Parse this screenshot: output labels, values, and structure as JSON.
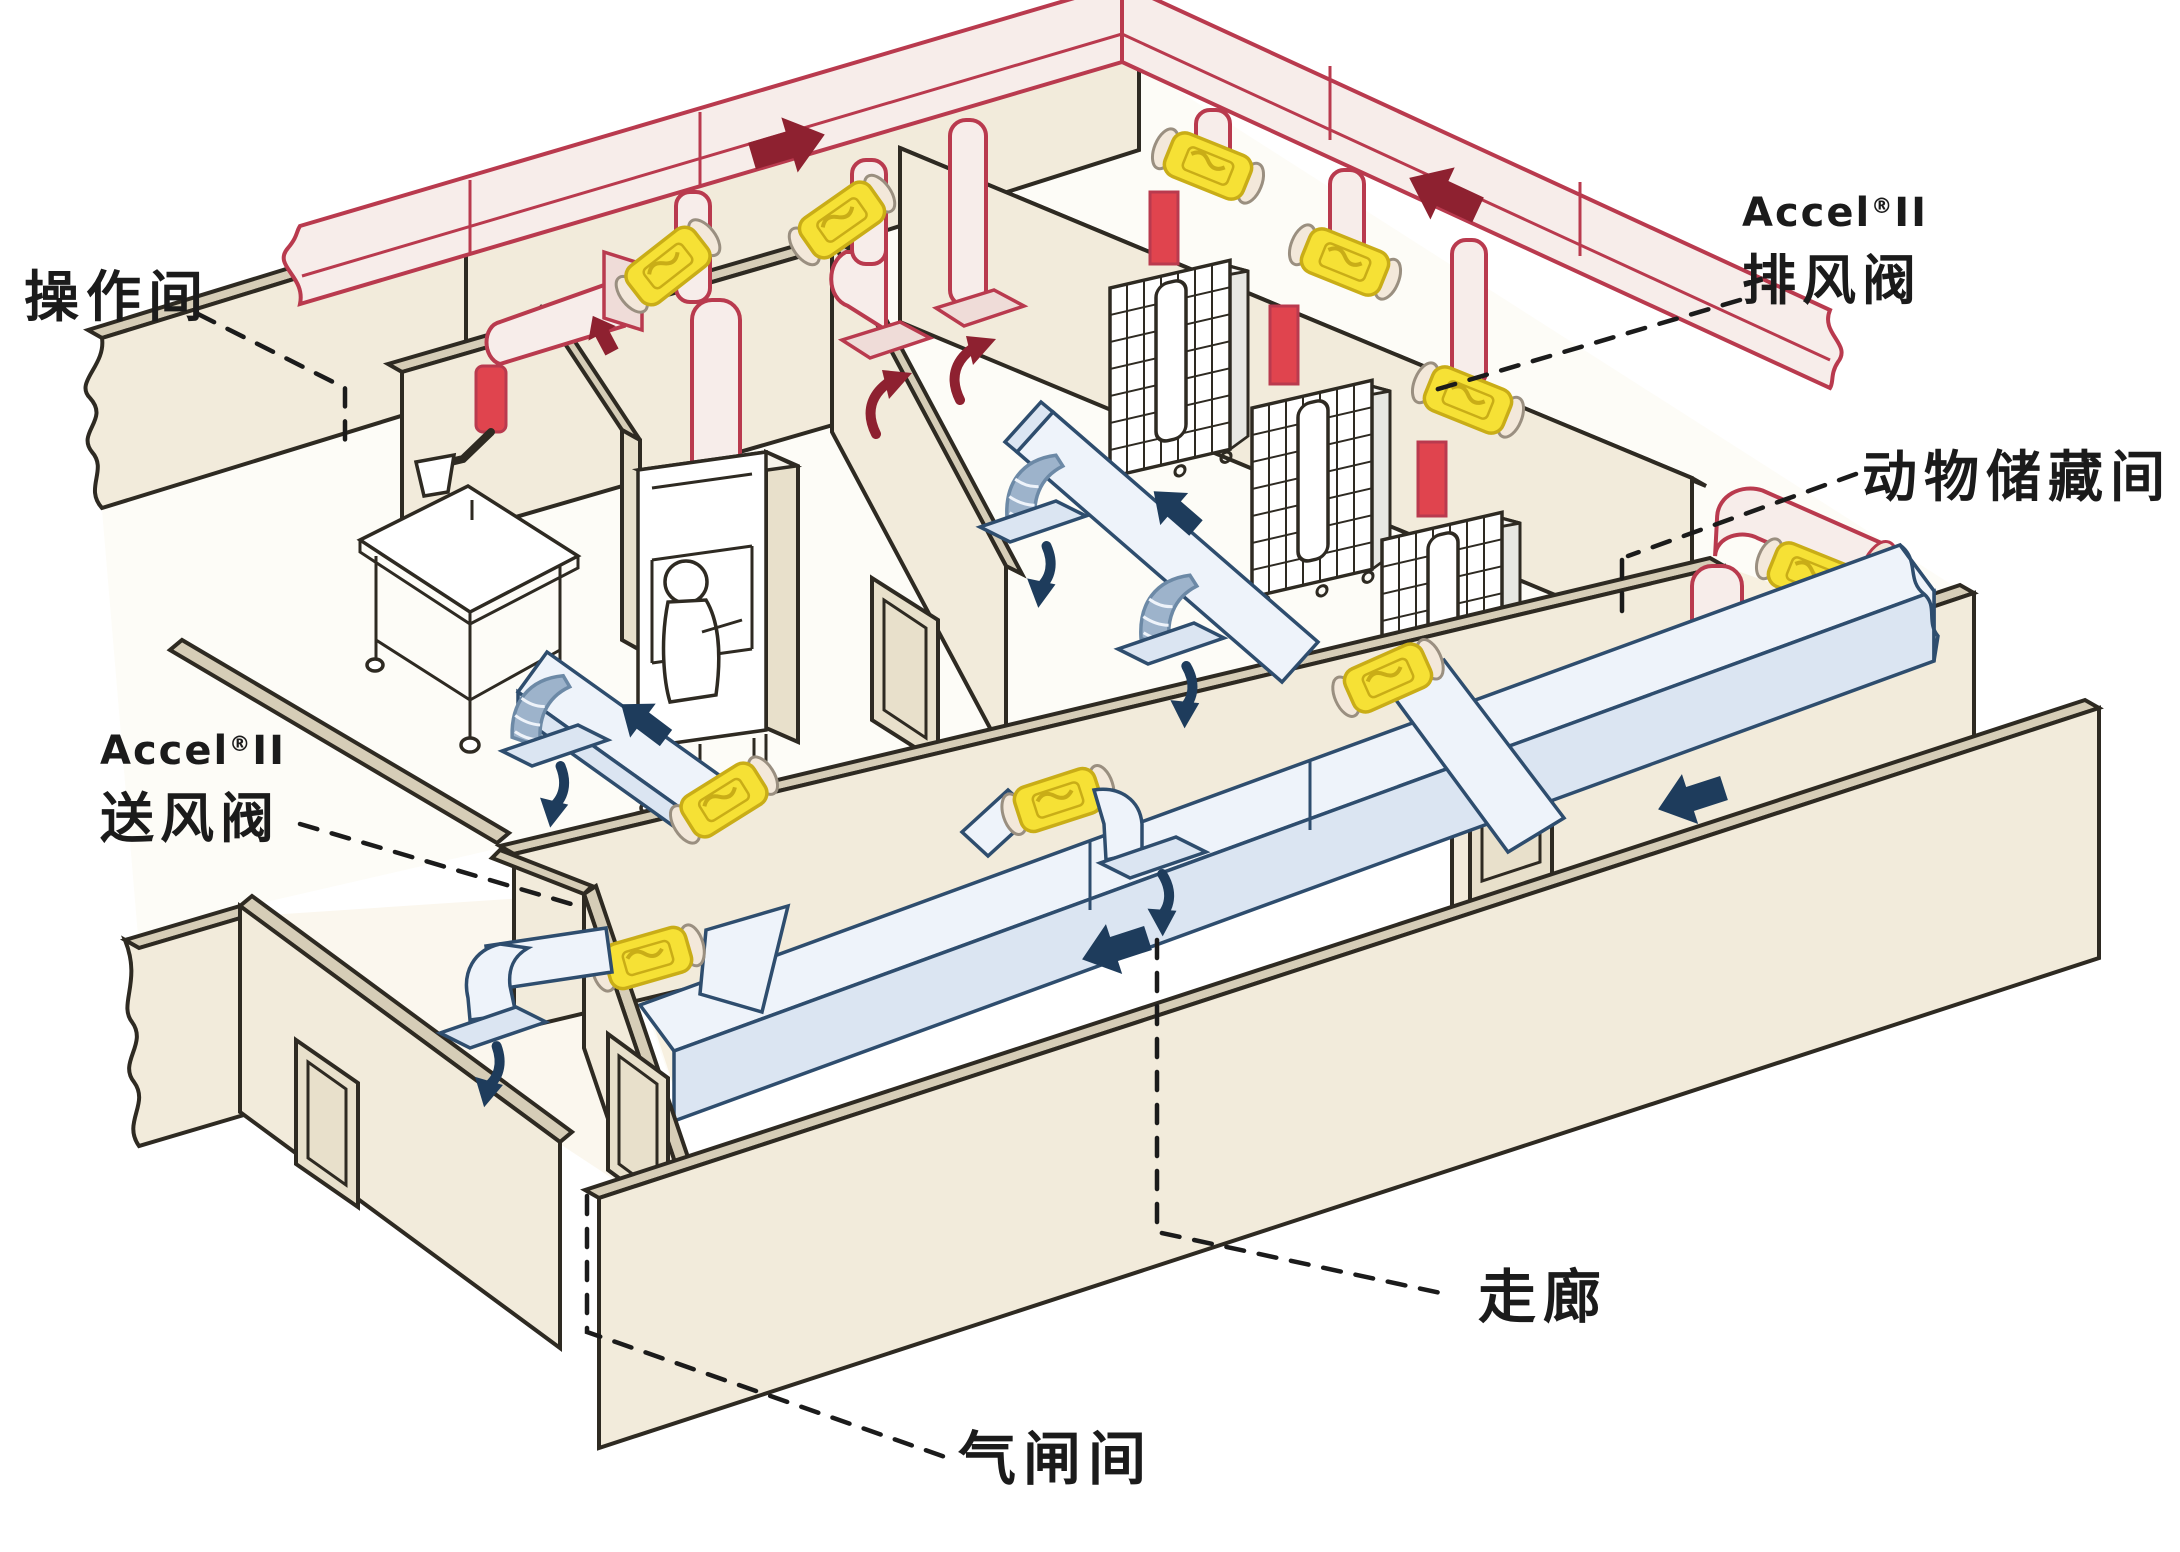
{
  "figure": {
    "type": "isometric laboratory ventilation diagram",
    "labels": {
      "operation_room": "操作间",
      "exhaust_valve": {
        "brand": "Accel",
        "reg": "®",
        "brand2": "II",
        "name": "排风阀"
      },
      "animal_storage_room": "动物储藏间",
      "supply_valve": {
        "brand": "Accel",
        "reg": "®",
        "brand2": "II",
        "name": "送风阀"
      },
      "corridor": "走廊",
      "airlock_room": "气闸间"
    },
    "colors": {
      "text": "#1b1b1b",
      "wallline": "#2e2a22",
      "wallface": "#f2ebdb",
      "wallface2": "#e8e0cb",
      "walltop": "#d6cdb7",
      "floor": "#fdfcf7",
      "cream": "#f7f0e0",
      "redline": "#b93a4e",
      "redfill": "#f7edea",
      "redside": "#efdcd8",
      "redriser": "#e0444e",
      "redark": "#8e2130",
      "yellow": "#f6e135",
      "yellowdk": "#c9ad17",
      "cap": "#f3e8da",
      "blueline": "#2e4d6e",
      "supfill": "#eef3fa",
      "supside": "#dbe5f2",
      "flex": "#9db3cb",
      "flexdk": "#6c89a6",
      "navy": "#1e3c5c"
    }
  }
}
